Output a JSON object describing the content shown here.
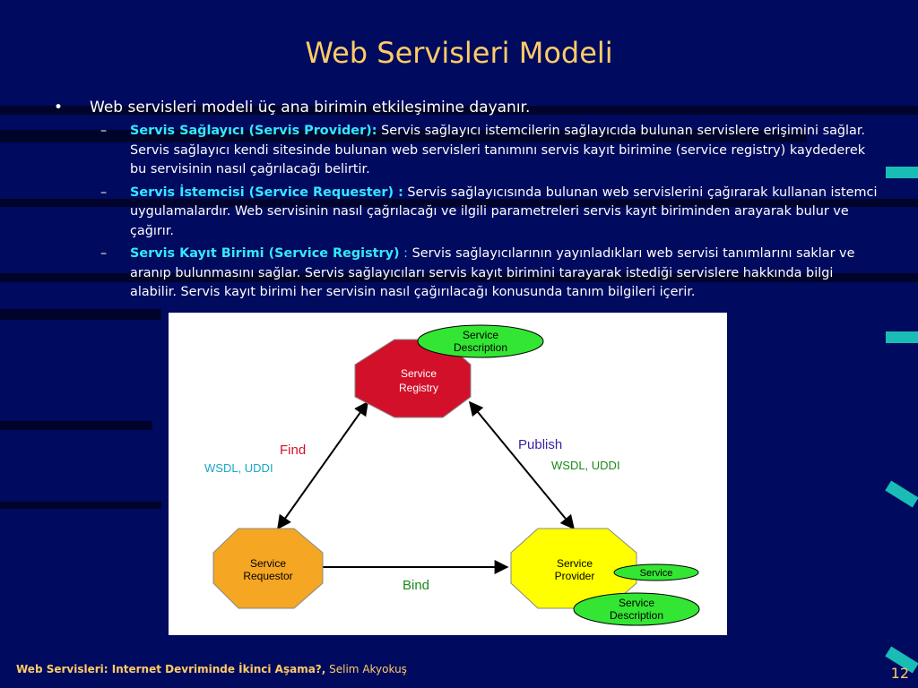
{
  "slide": {
    "title": "Web Servisleri Modeli",
    "bullet": "Web servisleri modeli üç ana birimin etkileşimine dayanır.",
    "items": [
      {
        "term": "Servis Sağlayıcı (Servis Provider):",
        "sep": "",
        "text": " Servis sağlayıcı istemcilerin sağlayıcıda bulunan servislere erişimini sağlar. Servis sağlayıcı kendi sitesinde bulunan web servisleri tanımını servis kayıt birimine (service registry) kaydederek bu servisinin nasıl çağrılacağı belirtir."
      },
      {
        "term": "Servis İstemcisi (Service Requester) :",
        "sep": "",
        "text": " Servis sağlayıcısında bulunan web servislerini çağırarak kullanan istemci uygulamalardır. Web servisinin nasıl çağrılacağı ve ilgili parametreleri servis kayıt biriminden arayarak bulur ve çağırır."
      },
      {
        "term": "Servis Kayıt Birimi (Service Registry)",
        "sep": " :",
        "text": " Servis sağlayıcılarının yayınladıkları web servisi tanımlarını saklar ve aranıp bulunmasını sağlar. Servis sağlayıcıları servis kayıt birimini tarayarak istediği servislere hakkında bilgi alabilir. Servis kayıt birimi her servisin nasıl çağırılacağı konusunda tanım bilgileri içerir."
      }
    ]
  },
  "diagram": {
    "registry": {
      "line1": "Service",
      "line2": "Registry",
      "color": "#d2102a"
    },
    "requestor": {
      "line1": "Service",
      "line2": "Requestor",
      "color": "#f5a623"
    },
    "provider": {
      "line1": "Service",
      "line2": "Provider",
      "color": "#ffff00"
    },
    "registry_description": {
      "line1": "Service",
      "line2": "Description"
    },
    "provider_service": "Service",
    "provider_description": {
      "line1": "Service",
      "line2": "Description"
    },
    "find_label": "Find",
    "find_sub": "WSDL, UDDI",
    "publish_label": "Publish",
    "publish_sub": "WSDL, UDDI",
    "bind_label": "Bind",
    "ellipse_color": "#33e633"
  },
  "footer": {
    "title": "Web Servisleri: Internet Devriminde İkinci Aşama?,",
    "author": " Selim Akyokuş",
    "page": "12"
  }
}
